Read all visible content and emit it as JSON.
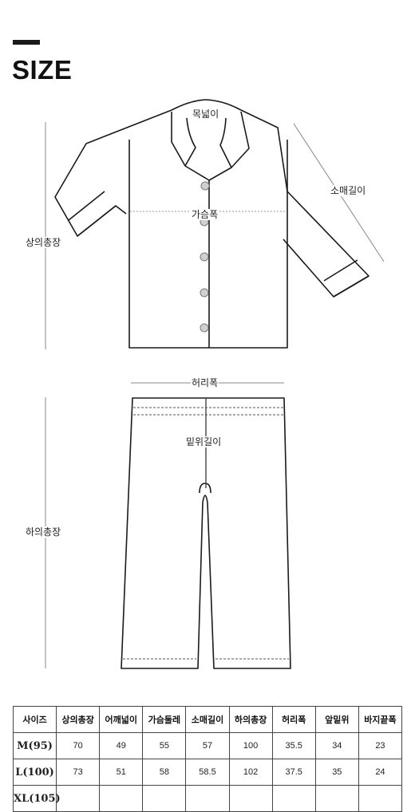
{
  "header": {
    "title": "SIZE"
  },
  "labels": {
    "neck_width": "목넓이",
    "sleeve_length": "소매길이",
    "chest_width": "가슴폭",
    "top_length": "상의총장",
    "waist_width": "허리폭",
    "rise_length": "밑위길이",
    "bottom_length": "하의총장"
  },
  "table": {
    "headers": [
      "사이즈",
      "상의총장",
      "어깨넓이",
      "가슴둘레",
      "소매길이",
      "하의총장",
      "허리폭",
      "앞밑위",
      "바지끝폭"
    ],
    "rows": [
      {
        "size": "M(95)",
        "values": [
          "70",
          "49",
          "55",
          "57",
          "100",
          "35.5",
          "34",
          "23"
        ]
      },
      {
        "size": "L(100)",
        "values": [
          "73",
          "51",
          "58",
          "58.5",
          "102",
          "37.5",
          "35",
          "24"
        ]
      },
      {
        "size": "XL(105)",
        "values": [
          "",
          "",
          "",
          "",
          "",
          "",
          "",
          ""
        ]
      }
    ]
  }
}
